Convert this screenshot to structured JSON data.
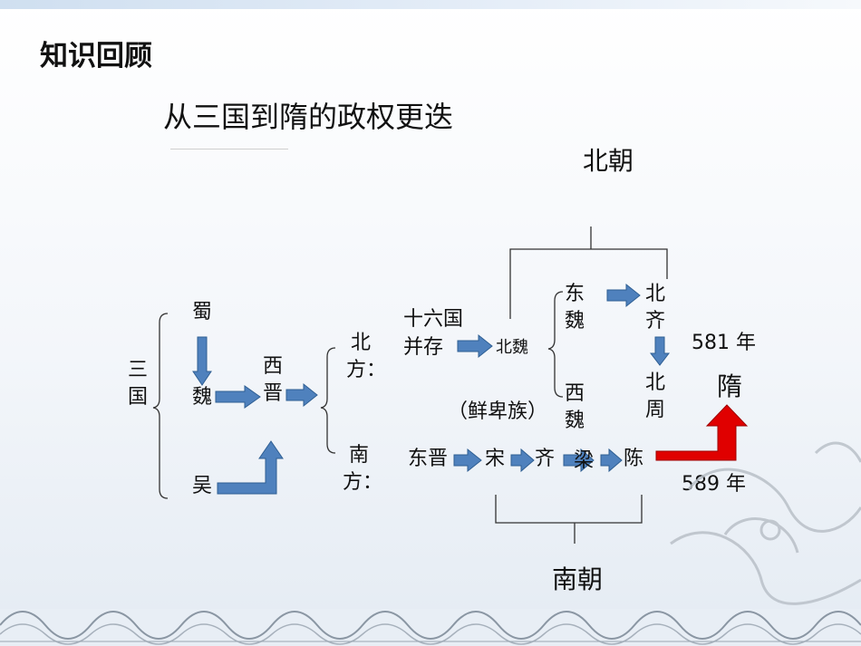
{
  "heading": "知识回顾",
  "title": "从三国到隋的政权更迭",
  "groups": {
    "north": "北朝",
    "south": "南朝"
  },
  "nodes": {
    "sanguo": "三国",
    "shu": "蜀",
    "wei": "魏",
    "wu": "吴",
    "xijin": "西晋",
    "north_side": "北方：",
    "south_side": "南方：",
    "shiliuguo": "十六国",
    "bingcun": "并存",
    "beiwei": "北魏",
    "xianbei": "（鲜卑族）",
    "dongwei": "东魏",
    "xiwei": "西魏",
    "beiqi": "北齐",
    "beizhou": "北周",
    "dongjin": "东晋",
    "song": "宋",
    "qi": "齐",
    "liang": "梁",
    "chen": "陈",
    "sui": "隋"
  },
  "years": {
    "y581": "581 年",
    "y589": "589 年"
  },
  "colors": {
    "arrow_blue": "#4f81bd",
    "arrow_blue_dark": "#2f5f93",
    "arrow_red": "#e00000",
    "arrow_red_dark": "#9e0000"
  }
}
